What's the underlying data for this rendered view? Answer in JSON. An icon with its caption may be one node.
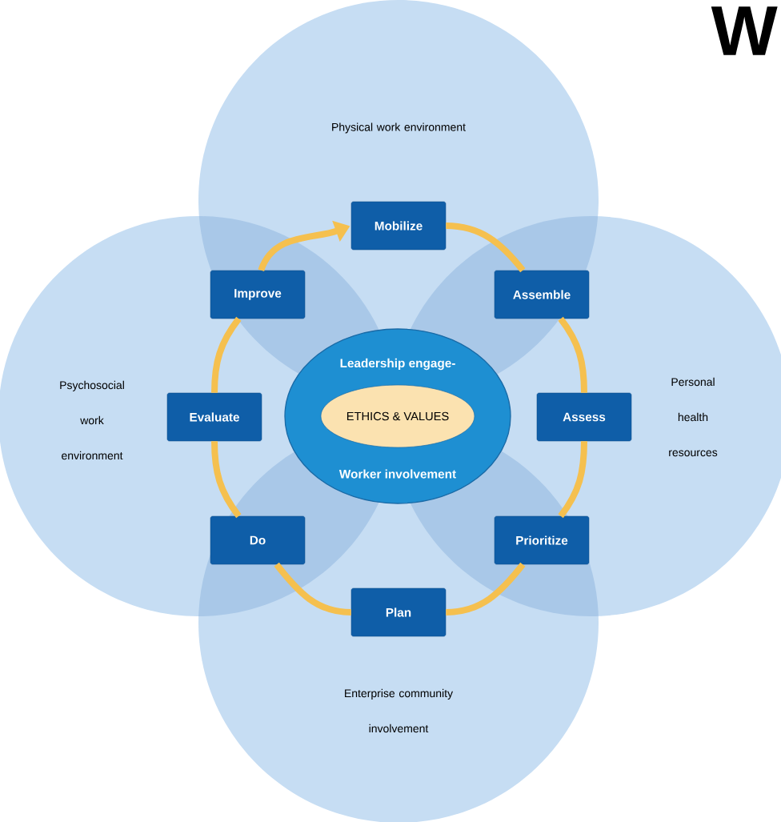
{
  "diagram": {
    "nodes": [
      {
        "text": [
          "Physical work environment"
        ]
      },
      {
        "text": [
          "Psychosocial work environment"
        ]
      },
      {
        "text": [
          "Personal health resources"
        ]
      },
      {
        "text": [
          "Mobilize"
        ]
      },
      {
        "text": [
          "Improve"
        ]
      },
      {
        "text": [
          "Assemble"
        ]
      },
      {
        "text": [
          "Leadership engage-",
          "Worker involvement"
        ]
      },
      {
        "text": [
          "ETHICS & VALUES"
        ],
        "in": 6
      },
      {
        "text": [
          "Evaluate"
        ]
      },
      {
        "text": [
          "Assess"
        ]
      },
      {
        "text": [
          "Do"
        ]
      },
      {
        "text": [
          "Prioritize"
        ]
      },
      {
        "text": [
          "Plan"
        ]
      },
      {
        "text": [
          "Enterprise community involvement"
        ]
      }
    ],
    "edges": [
      {
        "from": 3,
        "to": 5,
        "arrow": "none"
      },
      {
        "from": 5,
        "to": 9,
        "arrow": "none"
      },
      {
        "from": 9,
        "to": 11,
        "arrow": "none"
      },
      {
        "from": 11,
        "to": 12,
        "arrow": "none"
      },
      {
        "from": 12,
        "to": 10,
        "arrow": "none"
      },
      {
        "from": 10,
        "to": 8,
        "arrow": "none"
      },
      {
        "from": 8,
        "to": 4,
        "arrow": "none"
      },
      {
        "from": 4,
        "to": 3,
        "arrow": "to"
      }
    ],
    "labels": [
      "W"
    ]
  }
}
